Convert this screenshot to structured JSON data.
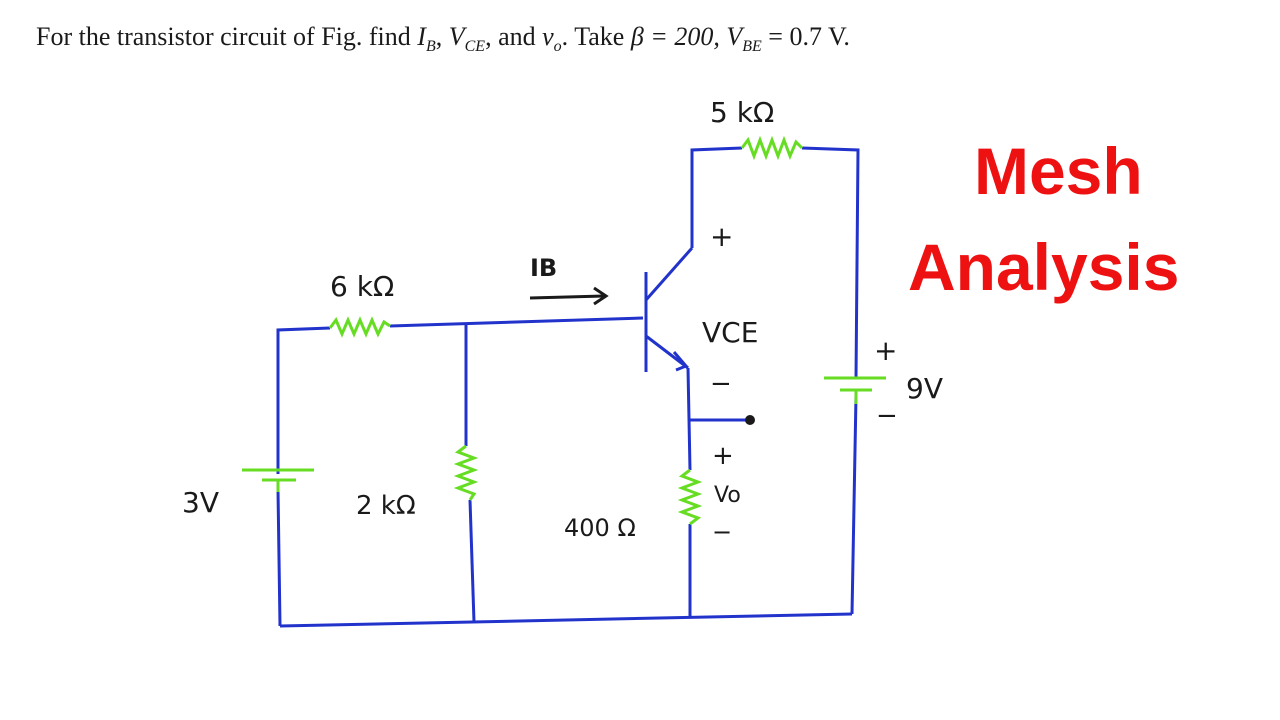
{
  "problem": {
    "prefix": "For the transistor circuit of Fig. find ",
    "ib": "I",
    "ib_sub": "B",
    "sep1": ", ",
    "vce": "V",
    "vce_sub": "CE",
    "sep2": ", and ",
    "vo": "v",
    "vo_sub": "o",
    "mid": ". Take ",
    "beta": "β = 200, ",
    "vbe": "V",
    "vbe_sub": "BE",
    "suffix": " = 0.7 V."
  },
  "title": {
    "line1": "Mesh",
    "line2": "Analysis"
  },
  "labels": {
    "r_collector": "5 kΩ",
    "r_base": "6 kΩ",
    "r_shunt": "2 kΩ",
    "r_emitter": "400 Ω",
    "v_source": "3V",
    "v_supply": "9V",
    "ib": "IB",
    "vce": "VCE",
    "vo": "Vo",
    "plus": "+",
    "minus": "−"
  },
  "colors": {
    "wire": "#2233cc",
    "component": "#66dd22",
    "title": "#ee1111"
  }
}
